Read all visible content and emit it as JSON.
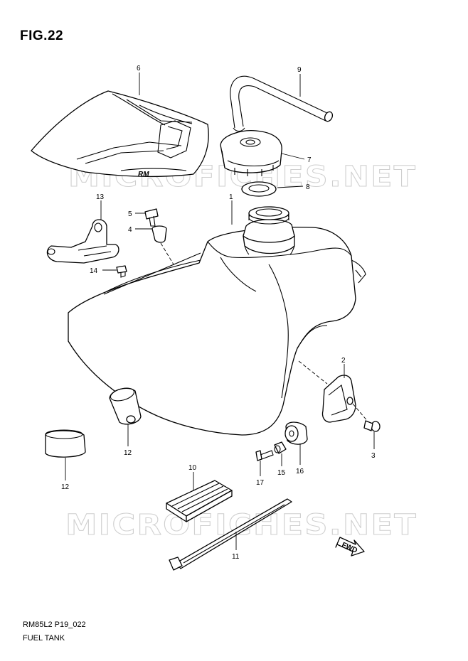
{
  "figure": {
    "title": "FIG.22",
    "code": "RM85L2 P19_022",
    "name": "FUEL TANK"
  },
  "watermark": {
    "text": "MICROFICHES.NET"
  },
  "seat_logo": "RM",
  "fwd_label": "FWD",
  "callouts": {
    "c1": "1",
    "c2": "2",
    "c3": "3",
    "c4": "4",
    "c5": "5",
    "c6": "6",
    "c7": "7",
    "c8": "8",
    "c9": "9",
    "c10": "10",
    "c11": "11",
    "c12a": "12",
    "c12b": "12",
    "c13": "13",
    "c14": "14",
    "c15": "15",
    "c16": "16",
    "c17": "17"
  }
}
